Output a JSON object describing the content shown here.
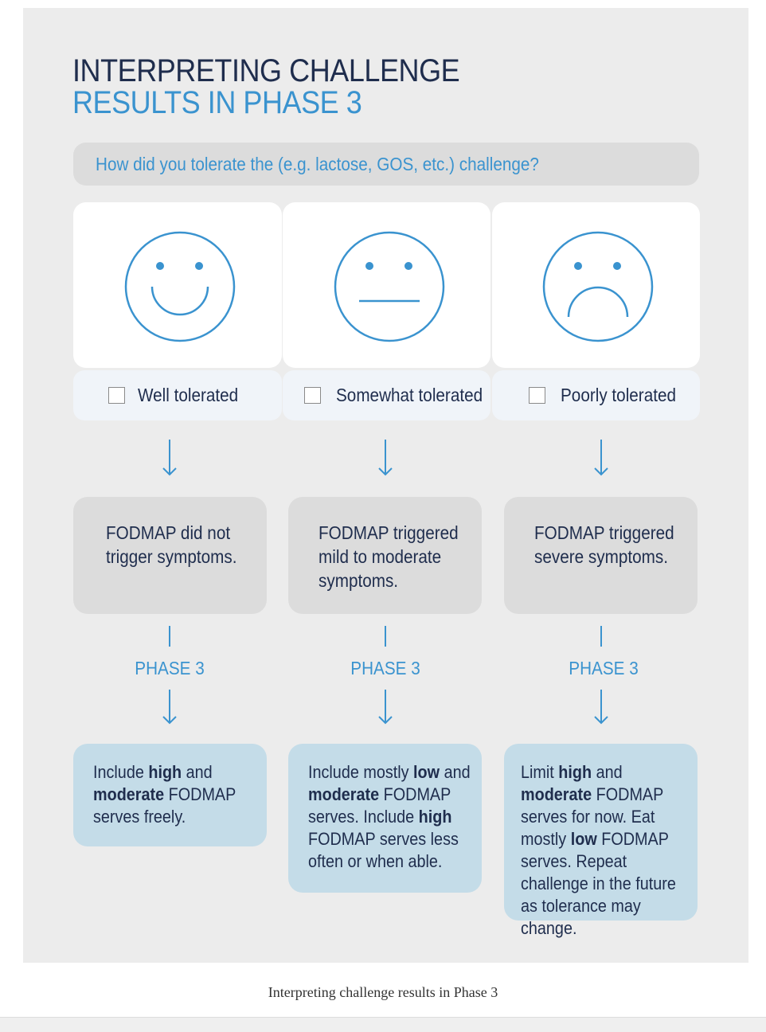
{
  "title": {
    "line1": "INTERPRETING CHALLENGE",
    "line2": "RESULTS IN PHASE 3"
  },
  "question": "How did you tolerate the (e.g. lactose, GOS, etc.) challenge?",
  "columns": [
    {
      "face": "smiley-face",
      "option": "Well tolerated",
      "outcome": "FODMAP did not\ntrigger symptoms.",
      "phase": "PHASE 3"
    },
    {
      "face": "neutral-face",
      "option": "Somewhat tolerated",
      "outcome": "FODMAP triggered\nmild to moderate\nsymptoms.",
      "phase": "PHASE 3"
    },
    {
      "face": "sad-face",
      "option": "Poorly tolerated",
      "outcome": "FODMAP triggered\nsevere symptoms.",
      "phase": "PHASE 3"
    }
  ],
  "advice": [
    [
      "Include ",
      "high",
      " and ",
      "moderate",
      " FODMAP serves freely."
    ],
    [
      "Include mostly ",
      "low",
      " and ",
      "moderate",
      " FODMAP serves. Include ",
      "high",
      " FODMAP serves less often or when able."
    ],
    [
      "Limit ",
      "high",
      " and ",
      "moderate",
      " FODMAP serves for now. Eat mostly ",
      "low",
      " FODMAP serves. Repeat challenge in the future as tolerance may change."
    ]
  ],
  "caption": "Interpreting challenge results in Phase 3",
  "colors": {
    "navy": "#1f2d4d",
    "blue": "#3a93cf",
    "panel": "#ececec",
    "grey_box": "#dcdcdc",
    "blue_box": "#c4dce8"
  }
}
